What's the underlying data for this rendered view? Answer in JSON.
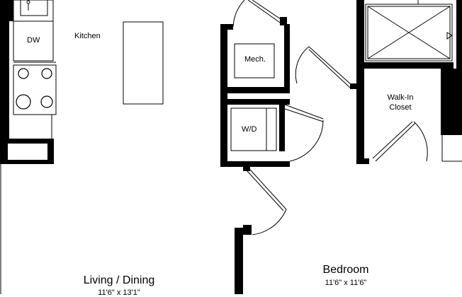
{
  "rooms": {
    "kitchen": {
      "label": "Kitchen"
    },
    "dishwasher": {
      "label": "DW"
    },
    "mechanical": {
      "label": "Mech."
    },
    "washer_dryer": {
      "label": "W/D"
    },
    "walk_in_closet": {
      "line1": "Walk-In",
      "line2": "Closet"
    },
    "living_dining": {
      "label": "Living / Dining",
      "dimensions": "11'6\" x 13'1\""
    },
    "bedroom": {
      "label": "Bedroom",
      "dimensions": "11'6\" x 11'6\""
    }
  },
  "colors": {
    "wall": "#000000",
    "background": "#ffffff"
  }
}
